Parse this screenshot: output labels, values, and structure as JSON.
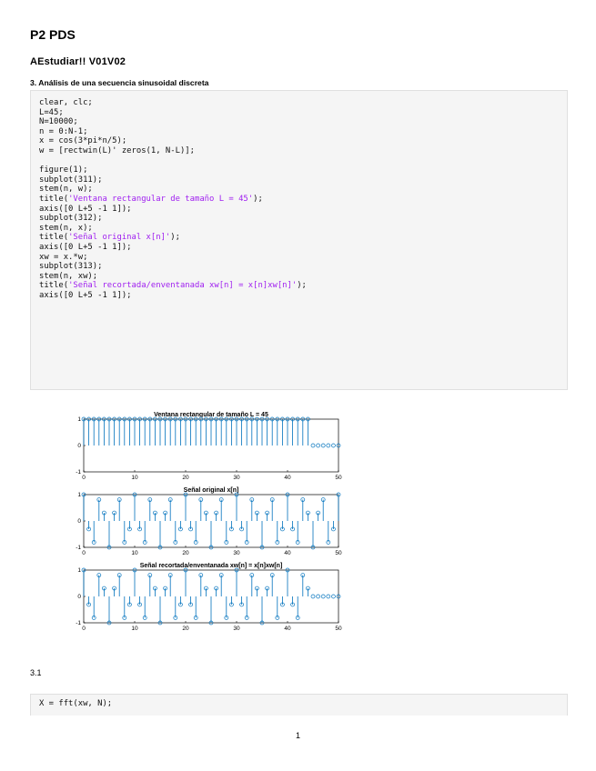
{
  "title": "P2 PDS",
  "subtitle": "AEstudiar!! V01V02",
  "section_heading": "3. Análisis de una secuencia sinusoidal discreta",
  "code_block_1": [
    [
      {
        "t": "clear, clc;"
      }
    ],
    [
      {
        "t": "L=45;"
      }
    ],
    [
      {
        "t": "N=10000;"
      }
    ],
    [
      {
        "t": "n = 0:N-1;"
      }
    ],
    [
      {
        "t": "x = cos(3*pi*n/5);"
      }
    ],
    [
      {
        "t": "w = [rectwin(L)' zeros(1, N-L)];"
      }
    ],
    [
      {
        "t": ""
      }
    ],
    [
      {
        "t": "figure(1);"
      }
    ],
    [
      {
        "t": "subplot(311);"
      }
    ],
    [
      {
        "t": "stem(n, w);"
      }
    ],
    [
      {
        "t": "title("
      },
      {
        "t": "'Ventana rectangular de tamaño L = 45'",
        "s": true
      },
      {
        "t": ");"
      }
    ],
    [
      {
        "t": "axis([0 L+5 -1 1]);"
      }
    ],
    [
      {
        "t": "subplot(312);"
      }
    ],
    [
      {
        "t": "stem(n, x);"
      }
    ],
    [
      {
        "t": "title("
      },
      {
        "t": "'Señal original x[n]'",
        "s": true
      },
      {
        "t": ");"
      }
    ],
    [
      {
        "t": "axis([0 L+5 -1 1]);"
      }
    ],
    [
      {
        "t": "xw = x.*w;"
      }
    ],
    [
      {
        "t": "subplot(313);"
      }
    ],
    [
      {
        "t": "stem(n, xw);"
      }
    ],
    [
      {
        "t": "title("
      },
      {
        "t": "'Señal recortada/enventanada xw[n] = x[n]xw[n]'",
        "s": true
      },
      {
        "t": ");"
      }
    ],
    [
      {
        "t": "axis([0 L+5 -1 1]);"
      }
    ]
  ],
  "section_label": "3.1",
  "code_block_2": [
    [
      {
        "t": "X = fft(xw, N);"
      }
    ]
  ],
  "page_number": "1",
  "chart_data": [
    {
      "type": "stem",
      "title": "Ventana rectangular de tamaño L = 45",
      "x": "0..50",
      "values_rule": "1 for n = 0..44, 0 for n = 45..50",
      "xlim": [
        0,
        50
      ],
      "ylim": [
        -1,
        1
      ],
      "xticks": [
        "0",
        "10",
        "20",
        "30",
        "40",
        "50"
      ],
      "yticks": [
        "-1",
        "0",
        "1"
      ]
    },
    {
      "type": "stem",
      "title": "Señal original x[n]",
      "x": "0..50",
      "values_rule": "cos(3*pi*n/5)",
      "xlim": [
        0,
        50
      ],
      "ylim": [
        -1,
        1
      ],
      "xticks": [
        "0",
        "10",
        "20",
        "30",
        "40",
        "50"
      ],
      "yticks": [
        "-1",
        "0",
        "1"
      ]
    },
    {
      "type": "stem",
      "title": "Señal recortada/enventanada xw[n] = x[n]xw[n]",
      "x": "0..50",
      "values_rule": "cos(3*pi*n/5) for n = 0..44, 0 for n = 45..50",
      "xlim": [
        0,
        50
      ],
      "ylim": [
        -1,
        1
      ],
      "xticks": [
        "0",
        "10",
        "20",
        "30",
        "40",
        "50"
      ],
      "yticks": [
        "-1",
        "0",
        "1"
      ]
    }
  ]
}
